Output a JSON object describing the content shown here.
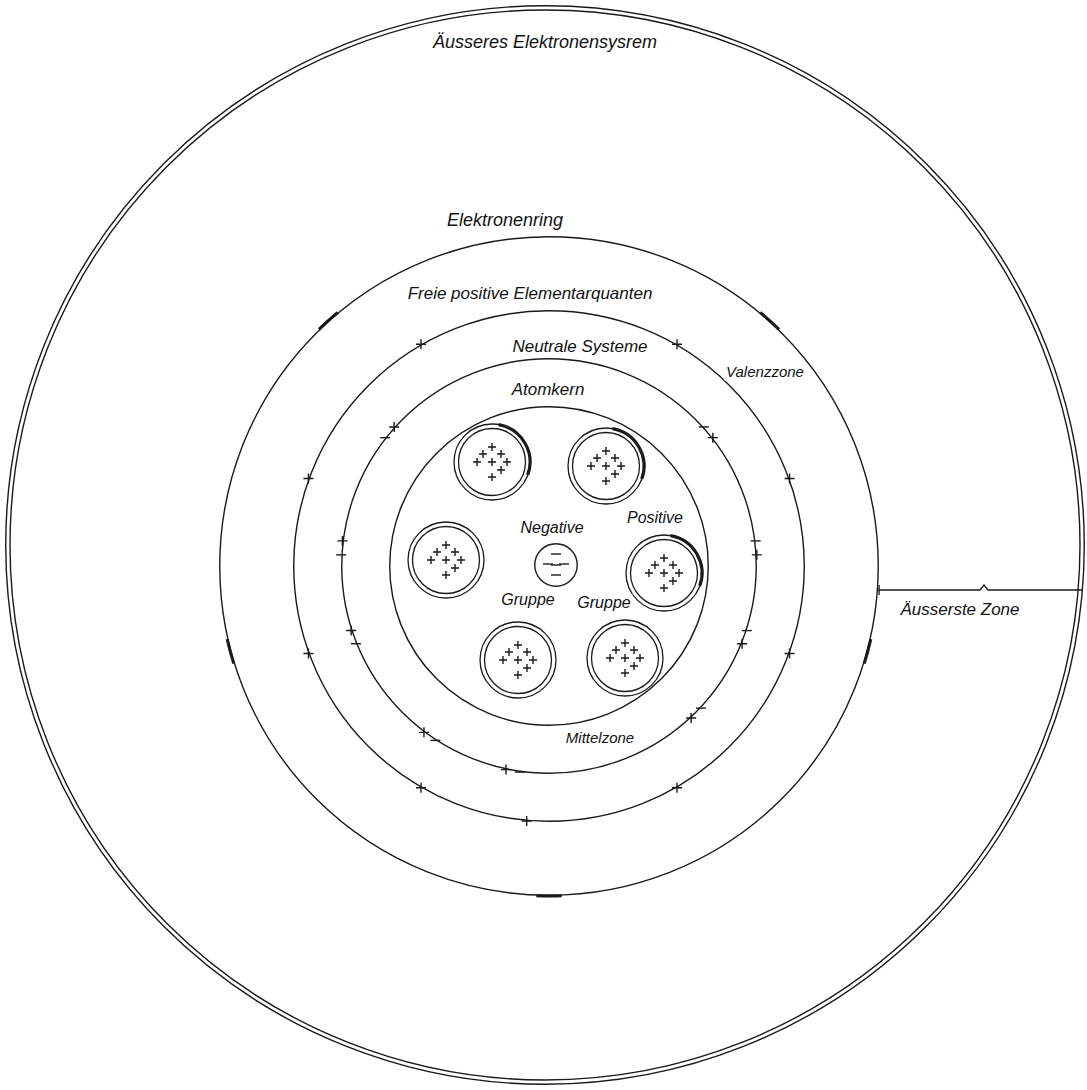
{
  "diagram": {
    "nodes": [
      {
        "text": [
          "Äusseres Elektronensysrem"
        ]
      },
      {
        "text": [
          "Elektronenring"
        ],
        "in": 0
      },
      {
        "text": [
          "Freie positive Elementarquanten"
        ],
        "in": 1
      },
      {
        "text": [
          "Neutrale Systeme"
        ],
        "in": 2
      },
      {
        "text": [
          "Atomkern"
        ],
        "in": 3
      },
      {
        "text": [
          "Negative",
          "Gruppe"
        ],
        "in": 4
      }
    ],
    "labels": [
      "Positive",
      "Gruppe",
      "Valenzzone",
      "Mittelzone",
      "Äusserste Zone"
    ]
  }
}
